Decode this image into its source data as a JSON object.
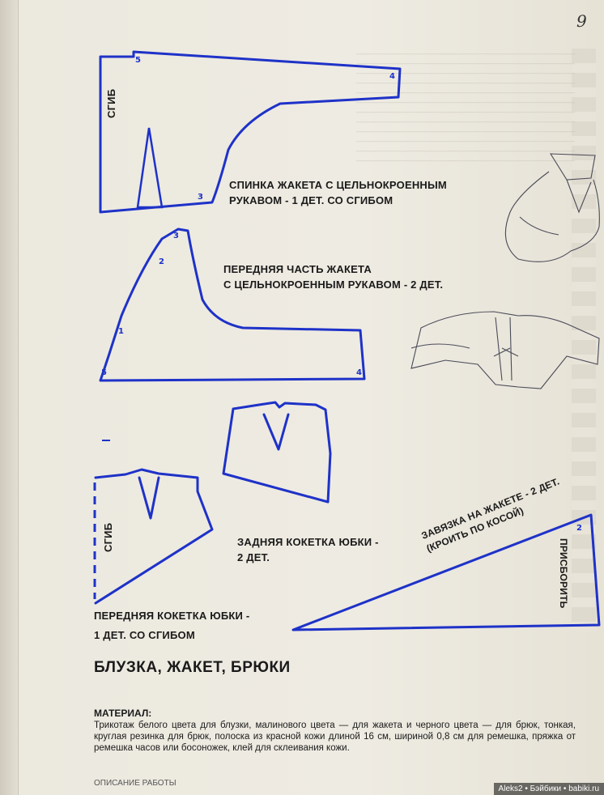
{
  "page": {
    "number": "9"
  },
  "pieces": {
    "fold_label": "СГИБ",
    "back_line1": "СПИНКА ЖАКЕТА С ЦЕЛЬНОКРОЕННЫМ",
    "back_line2": "РУКАВОМ - 1 ДЕТ. СО СГИБОМ",
    "front_line1": "ПЕРЕДНЯЯ ЧАСТЬ ЖАКЕТА",
    "front_line2": "С ЦЕЛЬНОКРОЕННЫМ РУКАВОМ - 2 ДЕТ.",
    "back_yoke_line1": "ЗАДНЯЯ КОКЕТКА ЮБКИ -",
    "back_yoke_line2": "2 ДЕТ.",
    "front_yoke_line1": "ПЕРЕДНЯЯ КОКЕТКА ЮБКИ -",
    "front_yoke_line2": "1 ДЕТ. СО СГИБОМ",
    "tie_line1": "ЗАВЯЗКА НА ЖАКЕТЕ - 2 ДЕТ.",
    "tie_line2": "(КРОИТЬ ПО КОСОЙ)",
    "gather": "ПРИСБОРИТЬ"
  },
  "article": {
    "title": "БЛУЗКА, ЖАКЕТ, БРЮКИ",
    "materials_heading": "МАТЕРИАЛ:",
    "materials_text": "Трикотаж белого цвета для блузки, малинового цвета — для жакета и черного цвета — для брюк, тонкая, круглая резинка для брюк, полоска из красной кожи длиной 16 см, шириной 0,8 см для ремешка, пряжка от ремешка часов или босоножек, клей для склеивания кожи.",
    "cut_off": "ОПИСАНИЕ РАБОТЫ"
  },
  "watermark": "Aleks2 • Бэйбики • babiki.ru",
  "colors": {
    "pattern_lines": "#1e32c8",
    "paper": "#eeebe2",
    "text": "#1a1a1a"
  }
}
